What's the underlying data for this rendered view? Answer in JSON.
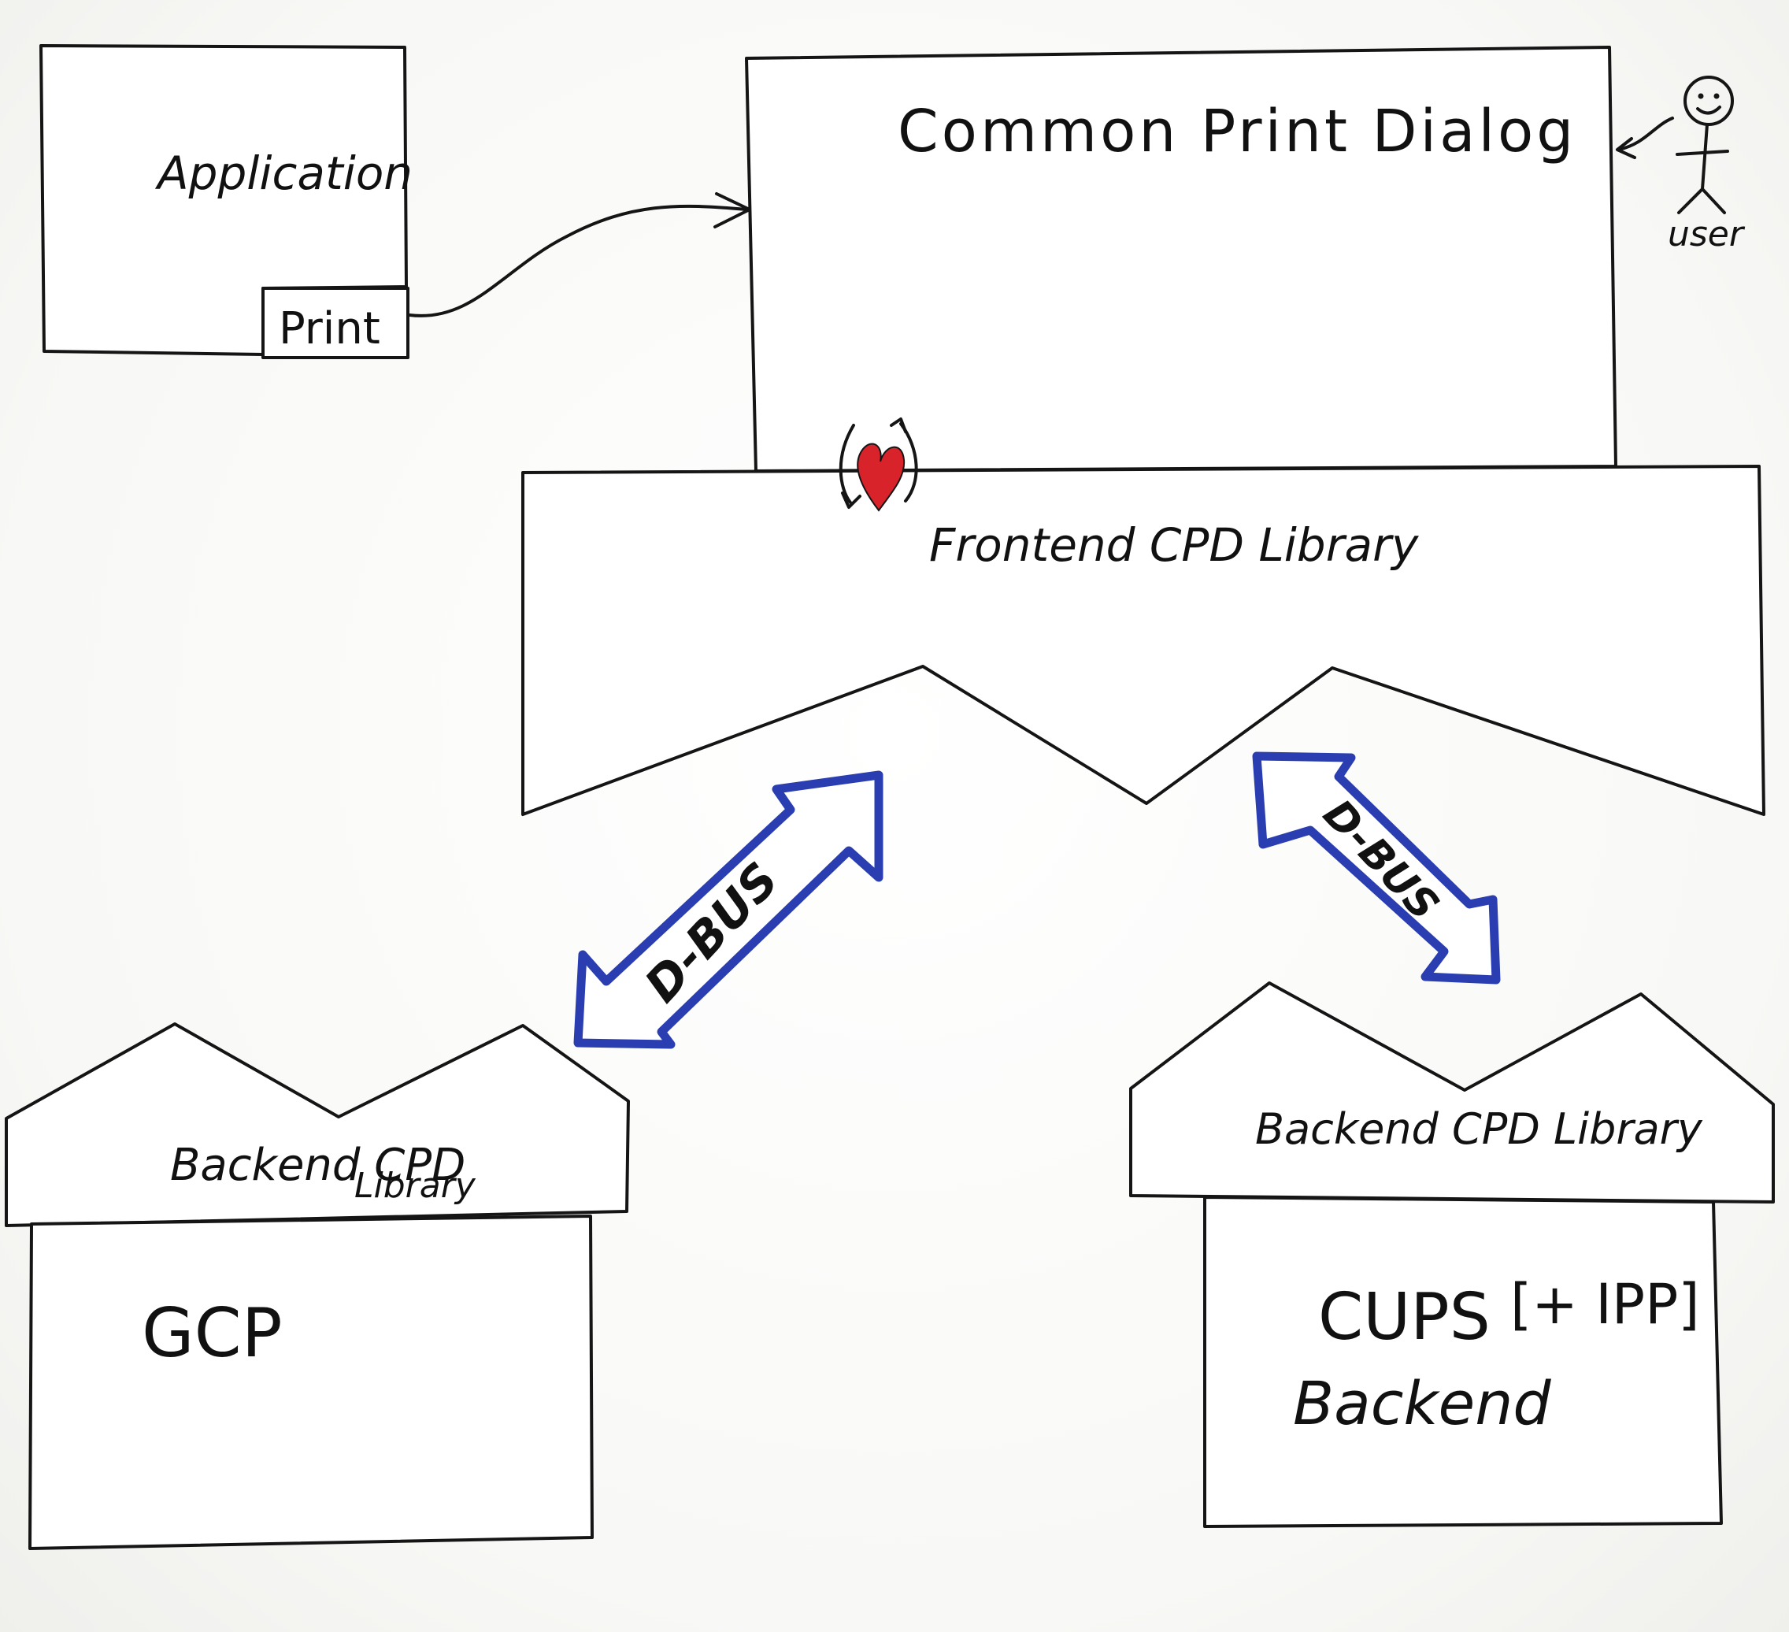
{
  "application": {
    "title": "Application",
    "print_button": "Print"
  },
  "dialog": {
    "title": "Common Print Dialog"
  },
  "user": {
    "label": "user"
  },
  "frontend": {
    "title": "Frontend CPD Library"
  },
  "connections": {
    "left_label": "D-BUS",
    "right_label": "D-BUS"
  },
  "backend_left": {
    "library_line1": "Backend CPD",
    "library_line2": "Library",
    "service": "GCP"
  },
  "backend_right": {
    "library": "Backend CPD Library",
    "service_line1": "CUPS",
    "service_extra": "[+ IPP]",
    "service_line2": "Backend"
  },
  "colors": {
    "ink": "#151515",
    "dbus_blue": "#2a3eb1",
    "heart_red": "#d8232a",
    "paper": "#fbfbfa"
  }
}
